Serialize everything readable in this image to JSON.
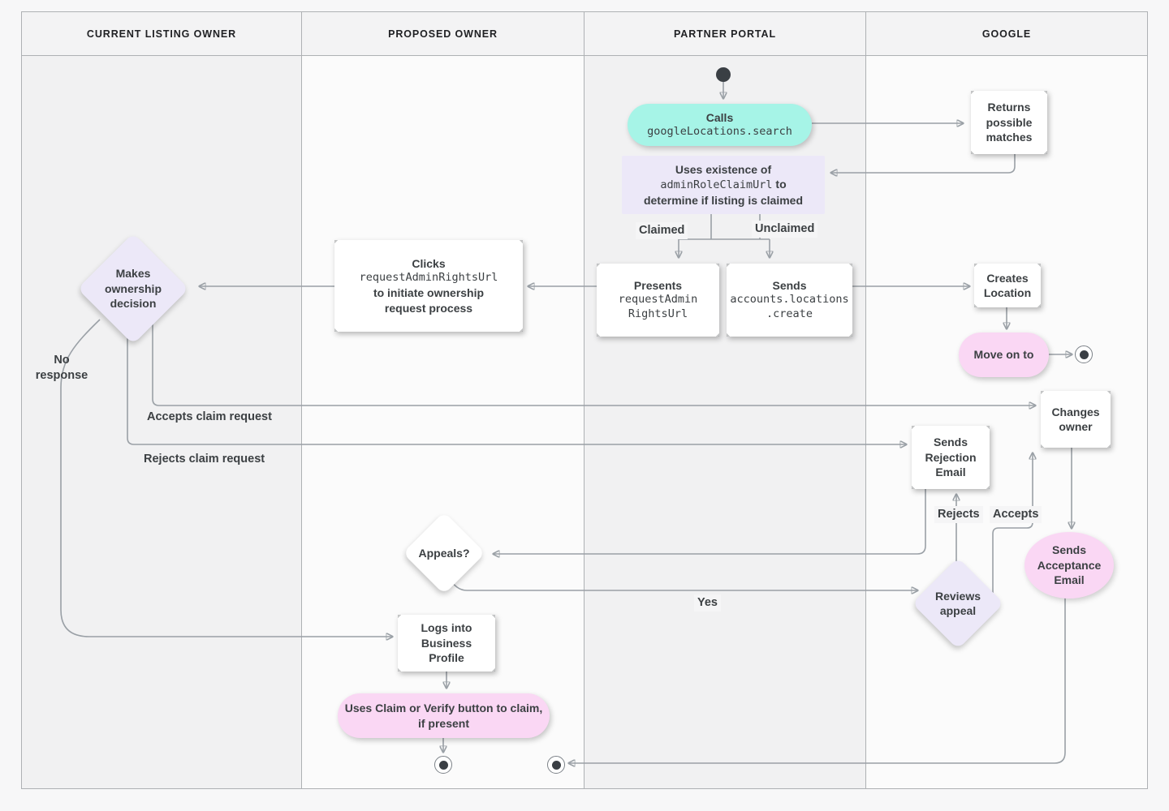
{
  "lanes": [
    {
      "label": "CURRENT LISTING OWNER"
    },
    {
      "label": "PROPOSED OWNER"
    },
    {
      "label": "PARTNER PORTAL"
    },
    {
      "label": "GOOGLE"
    }
  ],
  "nodes": {
    "calls": {
      "title": "Calls",
      "code": "googleLocations.search"
    },
    "uses_existence": {
      "line1": "Uses existence of",
      "code": "adminRoleClaimUrl",
      "after_code": " to",
      "line3": "determine if listing is claimed"
    },
    "presents": {
      "title": "Presents",
      "code_line1": "requestAdmin",
      "code_line2": "RightsUrl"
    },
    "sends_create": {
      "title": "Sends",
      "code_line1": "accounts.locations",
      "code_line2": ".create"
    },
    "returns_matches": {
      "label": "Returns possible matches"
    },
    "creates_location": {
      "label": "Creates Location"
    },
    "move_on": {
      "label": "Move on to"
    },
    "changes_owner": {
      "label": "Changes owner"
    },
    "sends_rejection": {
      "label": "Sends Rejection Email"
    },
    "sends_acceptance": {
      "label": "Sends Acceptance Email"
    },
    "reviews_appeal": {
      "label": "Reviews appeal"
    },
    "makes_decision": {
      "label": "Makes ownership decision"
    },
    "appeals": {
      "label": "Appeals?"
    },
    "clicks": {
      "title": "Clicks",
      "code": "requestAdminRightsUrl",
      "rest": "to initiate ownership request process"
    },
    "logs_into": {
      "label": "Logs into Business Profile"
    },
    "uses_claim": {
      "label": "Uses Claim or Verify button to claim, if present"
    }
  },
  "edge_labels": {
    "claimed": "Claimed",
    "unclaimed": "Unclaimed",
    "no_response": "No response",
    "accepts_claim": "Accepts claim request",
    "rejects_claim": "Rejects claim request",
    "rejects": "Rejects",
    "accepts": "Accepts",
    "yes": "Yes"
  },
  "colors": {
    "teal": "#A6F4E7",
    "pink": "#FAD7F4",
    "lavender": "#ECE8F8",
    "line": "#9AA0A6",
    "text": "#3C4043"
  }
}
